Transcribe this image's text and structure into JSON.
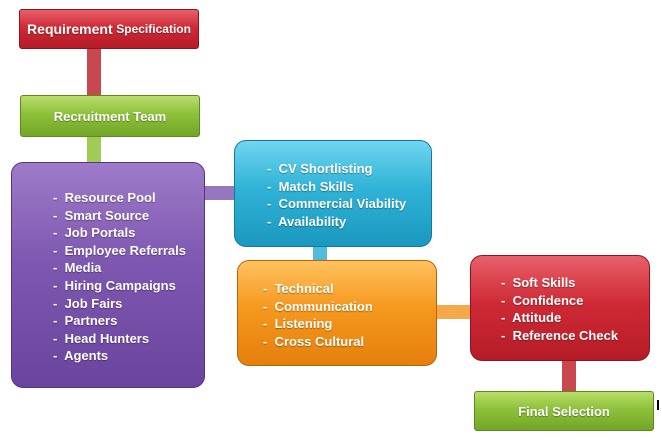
{
  "requirement": {
    "title_main": "Requirement",
    "title_small": "Specification"
  },
  "recruitment_team": {
    "label": "Recruitment Team"
  },
  "sources": {
    "items": [
      "Resource Pool",
      "Smart Source",
      "Job Portals",
      "Employee Referrals",
      "Media",
      "Hiring Campaigns",
      "Job Fairs",
      "Partners",
      "Head Hunters",
      "Agents"
    ]
  },
  "screening": {
    "items": [
      "CV Shortlisting",
      "Match Skills",
      "Commercial Viability",
      "Availability"
    ]
  },
  "technical_round": {
    "items": [
      "Technical",
      "Communication",
      "Listening",
      "Cross Cultural"
    ]
  },
  "hr_round": {
    "items": [
      "Soft Skills",
      "Confidence",
      "Attitude",
      "Reference Check"
    ]
  },
  "final": {
    "label": "Final Selection"
  },
  "colors": {
    "red": "#cf2a36",
    "green": "#8dc13a",
    "purple": "#7d57b0",
    "blue": "#2fb3d7",
    "orange": "#f6981e",
    "connector_red": "#c9474f",
    "connector_green": "#a1cb57",
    "connector_purple": "#9378bd",
    "connector_blue": "#4fbcd9",
    "connector_orange": "#f6a94a"
  }
}
